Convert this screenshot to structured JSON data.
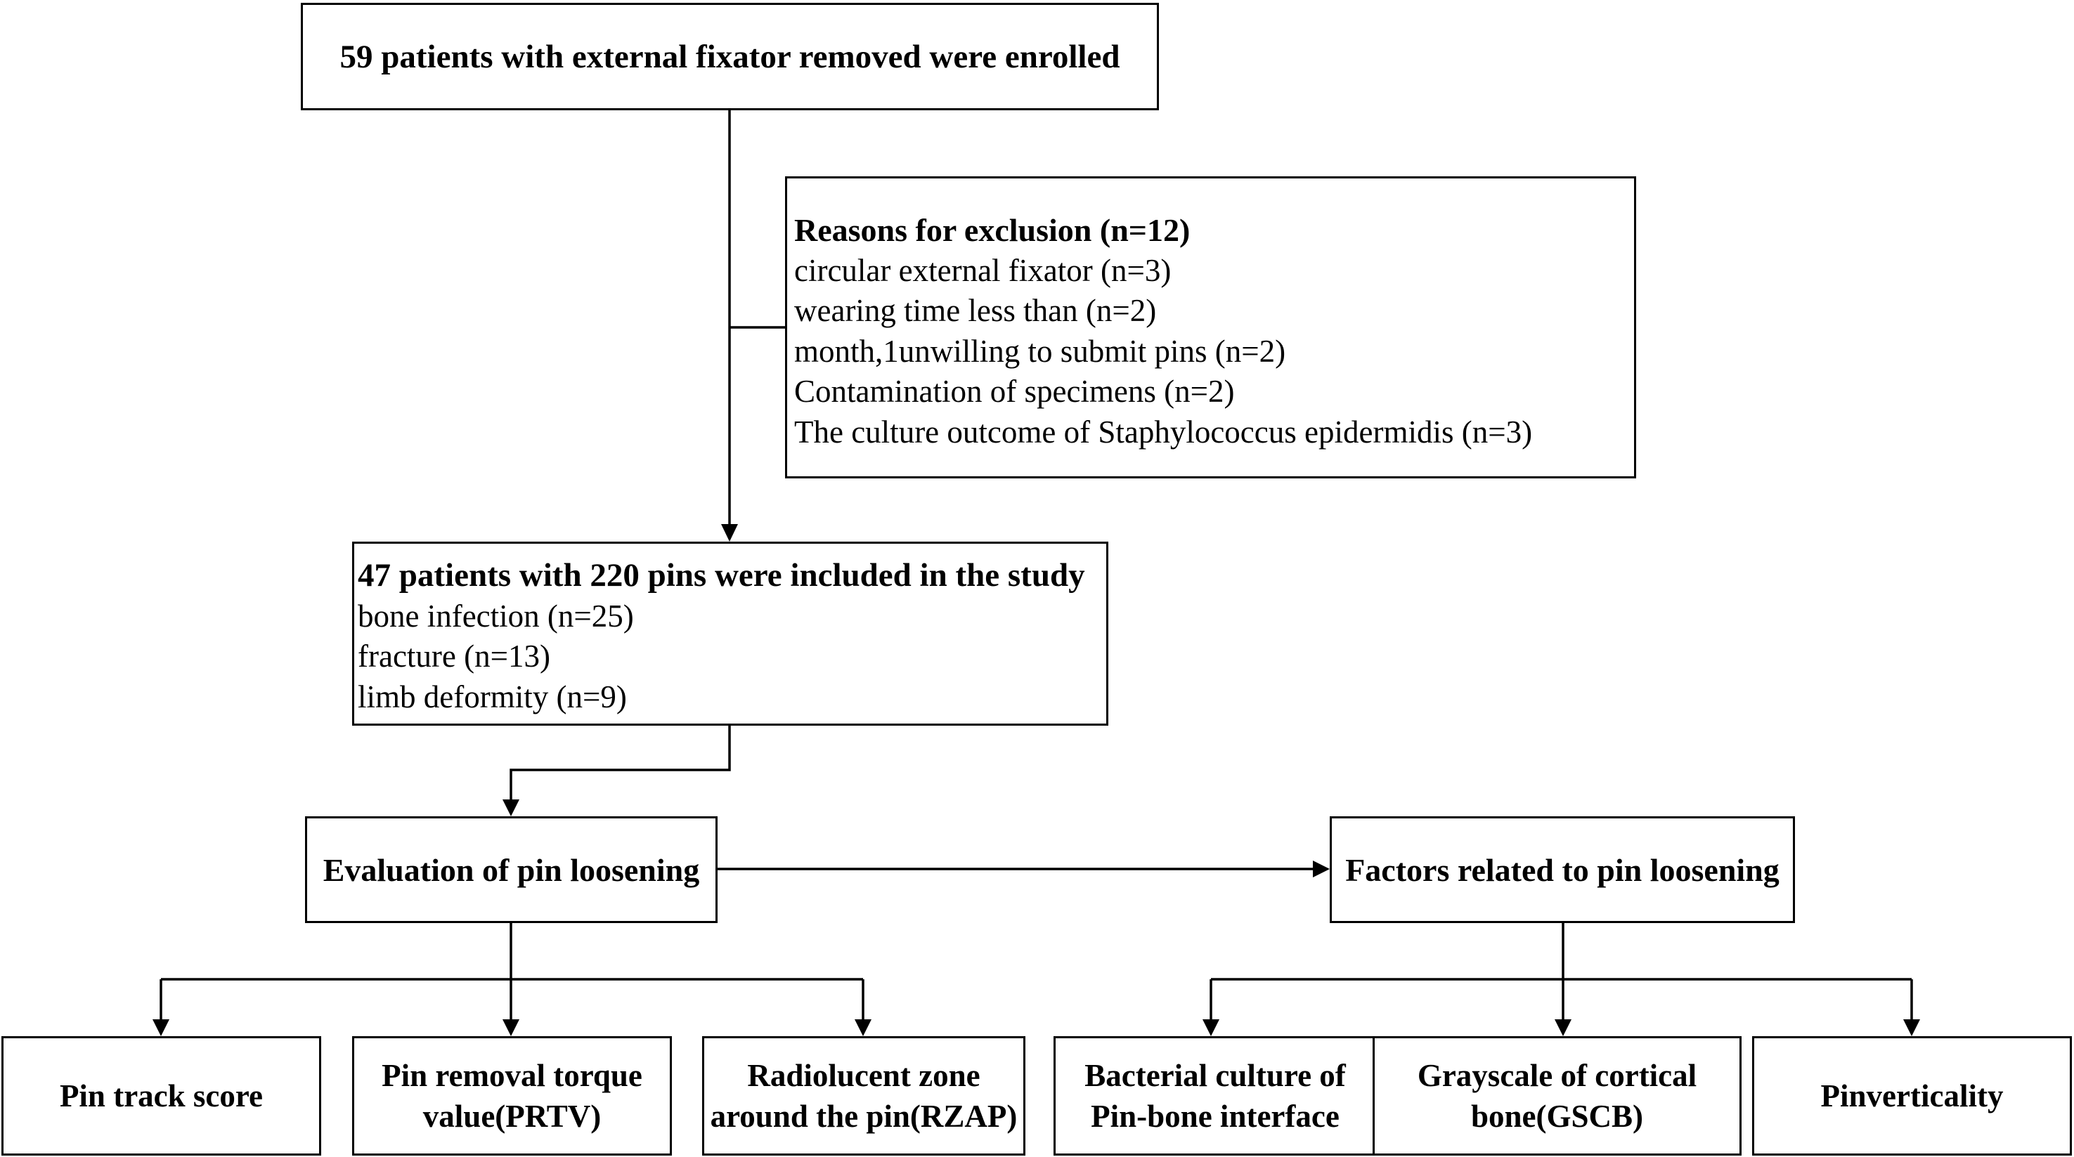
{
  "flowchart": {
    "enrolled": "59 patients with external fixator removed were enrolled",
    "exclusion": {
      "heading": "Reasons for exclusion (n=12)",
      "items": [
        "circular external fixator (n=3)",
        "wearing time less than (n=2)",
        "month,1unwilling to submit pins (n=2)",
        "Contamination of specimens (n=2)",
        "The culture outcome of Staphylococcus epidermidis (n=3)"
      ]
    },
    "included": {
      "heading": "47 patients with 220 pins were included in the study",
      "items": [
        "bone infection  (n=25)",
        "fracture  (n=13)",
        "limb deformity (n=9)"
      ]
    },
    "evaluation": "Evaluation of pin loosening",
    "factors": "Factors related to pin loosening",
    "evaluation_outcomes": [
      {
        "lines": [
          "Pin track score"
        ]
      },
      {
        "lines": [
          "Pin removal torque",
          "value(PRTV)"
        ]
      },
      {
        "lines": [
          "Radiolucent zone",
          "around the pin(RZAP)"
        ]
      }
    ],
    "factor_outcomes": [
      {
        "lines": [
          "Bacterial culture of",
          "Pin-bone interface"
        ]
      },
      {
        "lines": [
          "Grayscale of cortical",
          "bone(GSCB)"
        ]
      },
      {
        "lines": [
          "Pinverticality"
        ]
      }
    ]
  },
  "colors": {
    "stroke": "#000000",
    "background": "#ffffff"
  }
}
